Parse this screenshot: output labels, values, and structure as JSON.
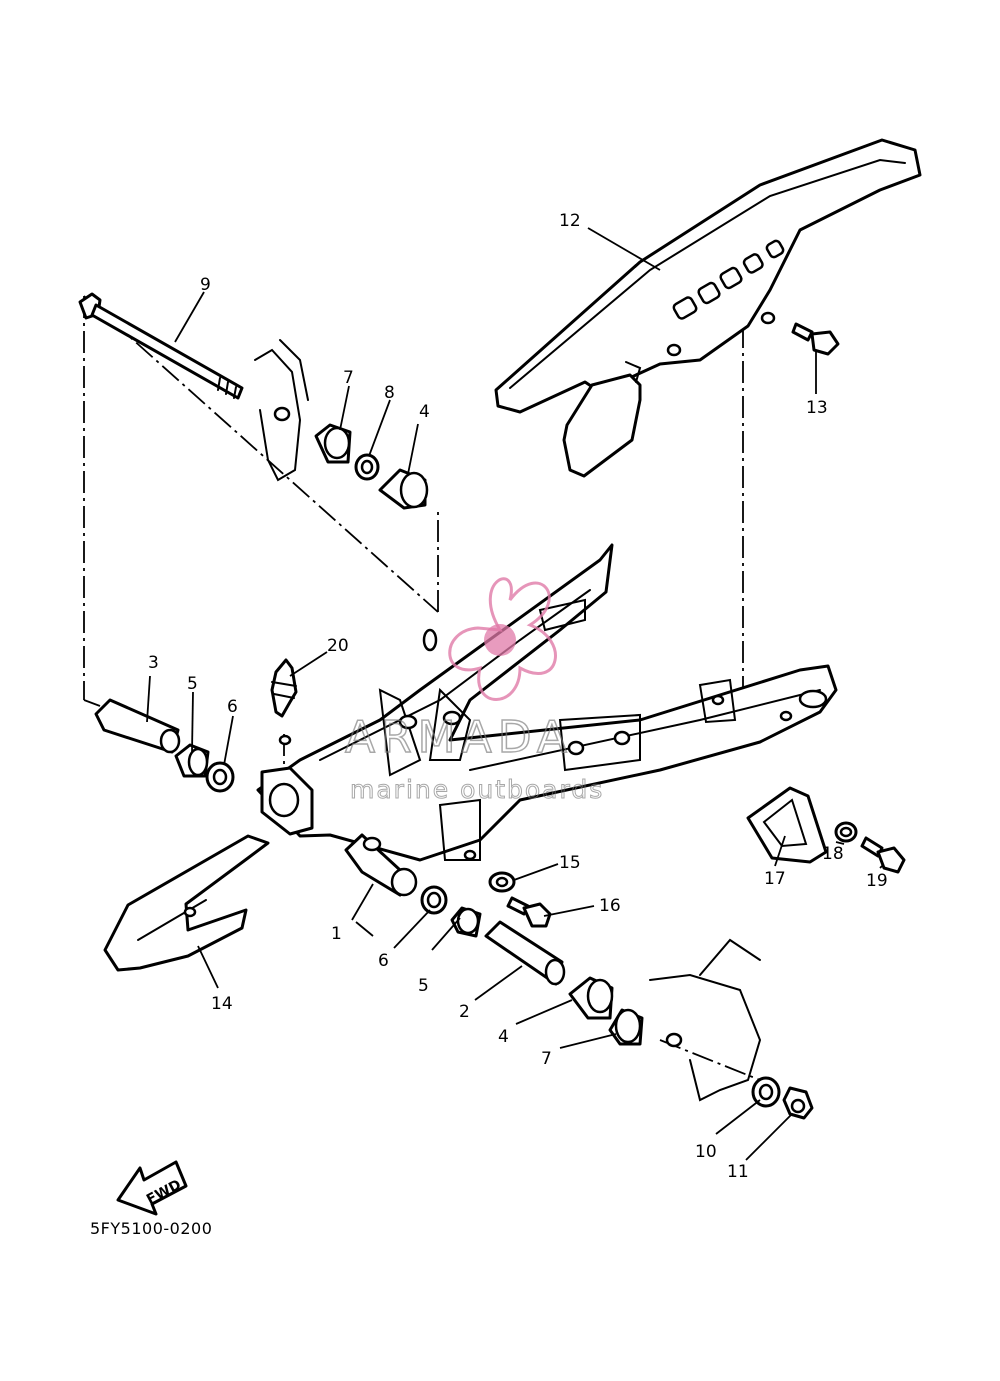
{
  "diagram": {
    "figure_code": "5FY5100-0200",
    "forward_label": "FWD",
    "watermark": {
      "brand": "ARMADA",
      "tagline": "marine outboards",
      "logo_color": "#e07aa8"
    },
    "callouts": [
      "1",
      "2",
      "3",
      "4",
      "4",
      "5",
      "5",
      "6",
      "6",
      "7",
      "7",
      "8",
      "9",
      "10",
      "11",
      "12",
      "13",
      "14",
      "15",
      "16",
      "17",
      "18",
      "19",
      "20"
    ]
  }
}
